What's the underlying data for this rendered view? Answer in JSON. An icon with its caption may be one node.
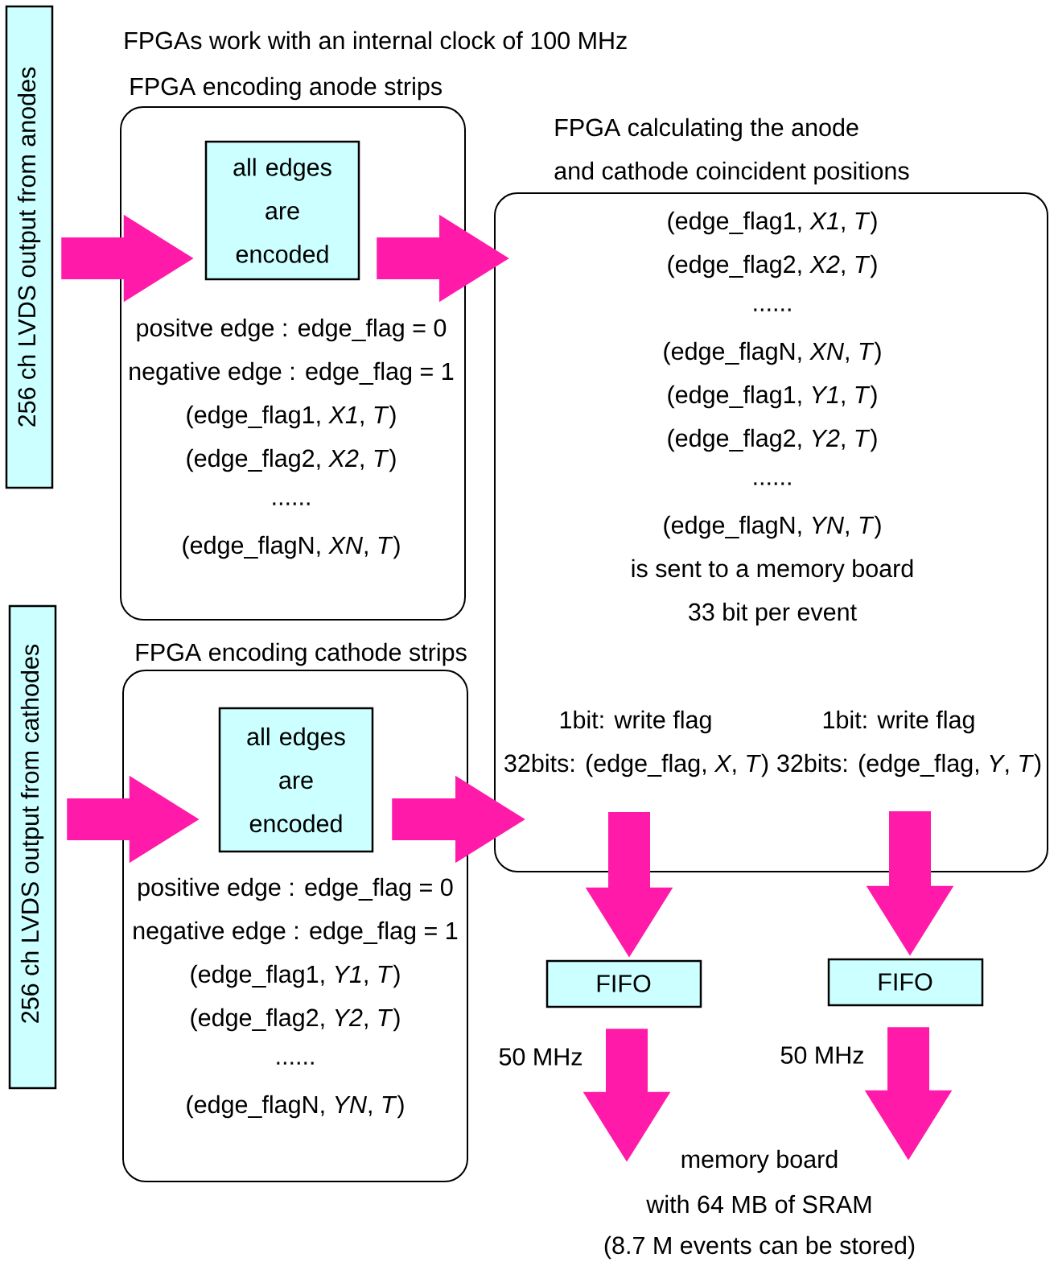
{
  "diagram": {
    "title": "FPGAs work with an internal clock of 100 MHz",
    "nodes": [
      {
        "text": [
          "256 ch LVDS output from anodes"
        ]
      },
      {
        "text": [
          "FPGA encoding anode strips",
          "positve edge : edge_flag = 0",
          "negative edge : edge_flag = 1",
          "(edge_flag1, *X1*, *T*)",
          "(edge_flag2, *X2*, *T*)",
          "......",
          "(edge_flagN, *XN*, *T*)"
        ]
      },
      {
        "text": [
          "all edges are encoded"
        ],
        "in": 1
      },
      {
        "text": [
          "256 ch LVDS output from cathodes"
        ]
      },
      {
        "text": [
          "FPGA encoding cathode strips",
          "positive edge : edge_flag = 0",
          "negative edge : edge_flag = 1",
          "(edge_flag1, *Y1*, *T*)",
          "(edge_flag2, *Y2*, *T*)",
          "......",
          "(edge_flagN, *YN*, *T*)"
        ]
      },
      {
        "text": [
          "all edges are encoded"
        ],
        "in": 4
      },
      {
        "text": [
          "FPGA calculating the anode",
          "and cathode coincident positions",
          "(edge_flag1, *X1*, *T*)",
          "(edge_flag2, *X2*, *T*)",
          "......",
          "(edge_flagN, *XN*, *T*)",
          "(edge_flag1, *Y1*, *T*)",
          "(edge_flag2, *Y2*, *T*)",
          "......",
          "(edge_flagN, *YN*, *T*)",
          "is sent to a memory board",
          "33 bit per event",
          "1bit: write flag",
          "32bits: (edge_flag, *X*, *T*)",
          "1bit: write flag",
          "32bits: (edge_flag, *Y*, *T*)"
        ]
      },
      {
        "text": [
          "FIFO"
        ]
      },
      {
        "text": [
          "FIFO"
        ]
      },
      {
        "text": [
          "memory board",
          "with 64 MB of SRAM",
          "(8.7 M events can be stored)"
        ]
      }
    ],
    "edges": [
      {
        "from": 0,
        "to": 2,
        "arrow": "to"
      },
      {
        "from": 2,
        "to": 6,
        "arrow": "to"
      },
      {
        "from": 3,
        "to": 5,
        "arrow": "to"
      },
      {
        "from": 5,
        "to": 6,
        "arrow": "to"
      },
      {
        "from": 6,
        "to": 7,
        "arrow": "to"
      },
      {
        "from": 6,
        "to": 8,
        "arrow": "to"
      },
      {
        "from": 7,
        "to": 9,
        "arrow": "to",
        "label": "50 MHz"
      },
      {
        "from": 8,
        "to": 9,
        "arrow": "to",
        "label": "50 MHz"
      }
    ]
  }
}
